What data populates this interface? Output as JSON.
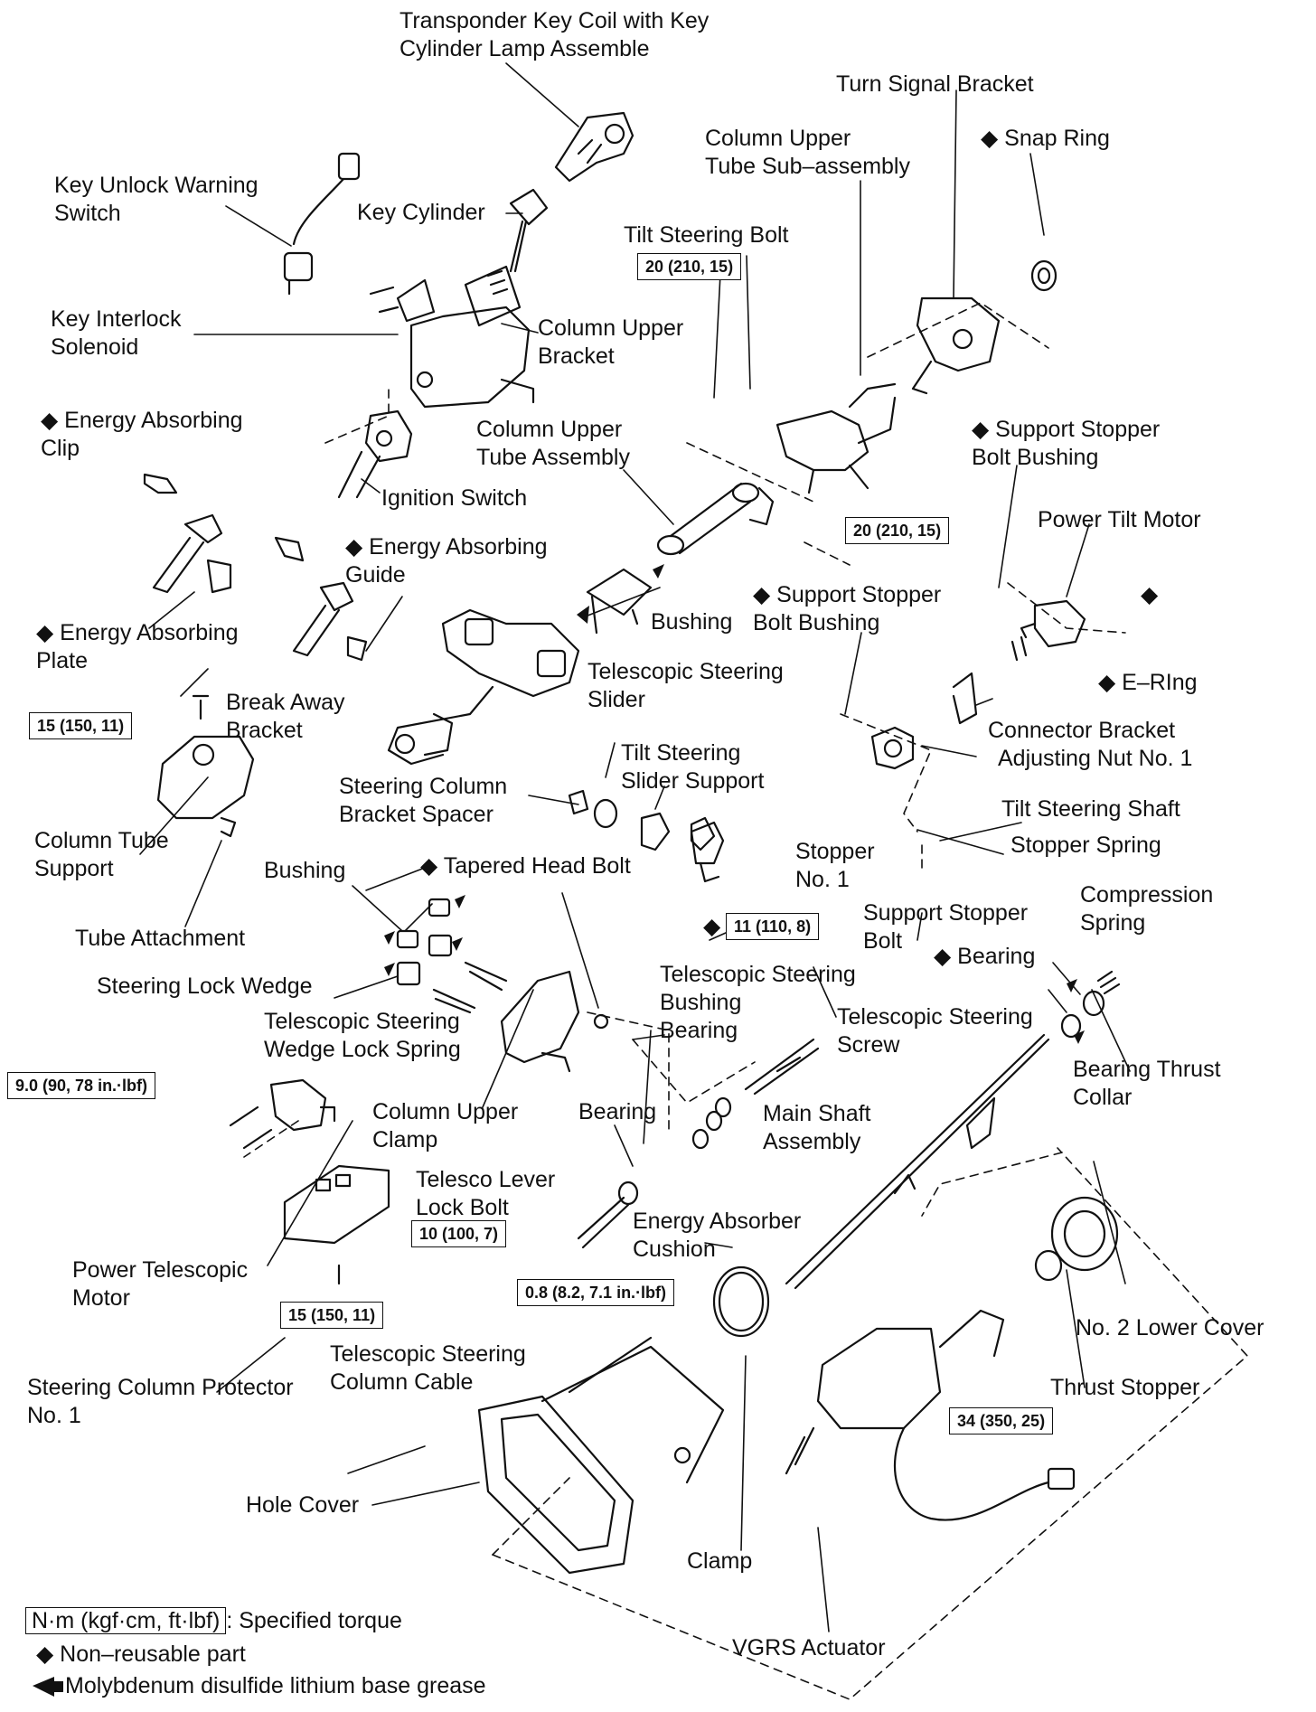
{
  "labels": {
    "transponder": "Transponder Key Coil with Key\nCylinder Lamp Assemble",
    "turn_signal_bracket": "Turn Signal Bracket",
    "column_upper_tube_sub": "Column Upper\nTube Sub–assembly",
    "snap_ring": "◆ Snap Ring",
    "key_unlock": "Key Unlock Warning\nSwitch",
    "key_cylinder": "Key Cylinder",
    "tilt_steering_bolt": "Tilt Steering Bolt",
    "key_interlock": "Key Interlock\nSolenoid",
    "column_upper_bracket": "Column Upper\nBracket",
    "energy_absorbing_clip": "◆ Energy Absorbing\n    Clip",
    "column_upper_tube_assy": "Column Upper\nTube Assembly",
    "support_stopper_bushing_top": "◆ Support Stopper\n    Bolt Bushing",
    "ignition_switch": "Ignition Switch",
    "power_tilt_motor": "Power Tilt Motor",
    "energy_absorbing_guide": "◆ Energy Absorbing\n    Guide",
    "support_stopper_bushing_mid": "◆ Support Stopper\n    Bolt Bushing",
    "bushing_top": "Bushing",
    "energy_absorbing_plate": "◆ Energy Absorbing\n    Plate",
    "e_ring": "◆ E–RIng",
    "break_away_bracket": "Break  Away\nBracket",
    "telescopic_slider": "Telescopic Steering\nSlider",
    "connector_bracket": "Connector Bracket",
    "adjusting_nut": "Adjusting Nut No. 1",
    "tilt_slider_support": "Tilt Steering\nSlider Support",
    "steering_column_spacer": "Steering Column\nBracket Spacer",
    "tilt_steering_shaft": "Tilt Steering Shaft",
    "column_tube_support": "Column Tube\nSupport",
    "stopper_no1": "Stopper\nNo. 1",
    "stopper_spring": "Stopper Spring",
    "bushing_left": "Bushing",
    "tapered_head_bolt": "◆ Tapered Head Bolt",
    "support_stopper_bolt": "Support Stopper\nBolt",
    "compression_spring": "Compression\nSpring",
    "tube_attachment": "Tube Attachment",
    "bearing_right": "◆ Bearing",
    "steering_lock_wedge": "Steering Lock Wedge",
    "telescopic_bushing_bearing": "Telescopic Steering\nBushing\nBearing",
    "telescopic_wedge_spring": "Telescopic Steering\nWedge Lock Spring",
    "telescopic_screw": "Telescopic Steering\nScrew",
    "bearing_thrust_collar": "Bearing Thrust\nCollar",
    "column_upper_clamp": "Column Upper\nClamp",
    "bearing_mid": "Bearing",
    "main_shaft": "Main Shaft\nAssembly",
    "telesco_lever": "Telesco Lever\nLock Bolt",
    "energy_absorber_cushion": "Energy Absorber\nCushion",
    "power_telescopic_motor": "Power Telescopic\nMotor",
    "no2_lower_cover": "No. 2 Lower Cover",
    "telescopic_cable": "Telescopic Steering\nColumn Cable",
    "thrust_stopper": "Thrust Stopper",
    "protector_no1": "Steering Column Protector\nNo. 1",
    "hole_cover": "Hole Cover",
    "clamp": "Clamp",
    "vgrs_actuator": "VGRS Actuator"
  },
  "torques": {
    "tilt_bolt_top": "20 (210, 15)",
    "tilt_bolt_bottom": "20 (210, 15)",
    "tube_support": "15 (150, 11)",
    "tapered_bolt": "11 (110, 8)",
    "motor_left": "9.0 (90, 78 in.·lbf)",
    "telesco_lever": "10 (100, 7)",
    "cable": "0.8 (8.2, 7.1 in.·lbf)",
    "protector": "15 (150, 11)",
    "thrust_stopper": "34 (350, 25)"
  },
  "tapered_bolt_marker": "◆",
  "legend": {
    "torque_unit": "N·m (kgf·cm, ft·lbf)",
    "torque_desc": ": Specified torque",
    "non_reusable": "◆ Non–reusable part",
    "grease": "Molybdenum disulfide lithium base grease"
  },
  "colors": {
    "ink": "#111111",
    "background": "#ffffff"
  }
}
